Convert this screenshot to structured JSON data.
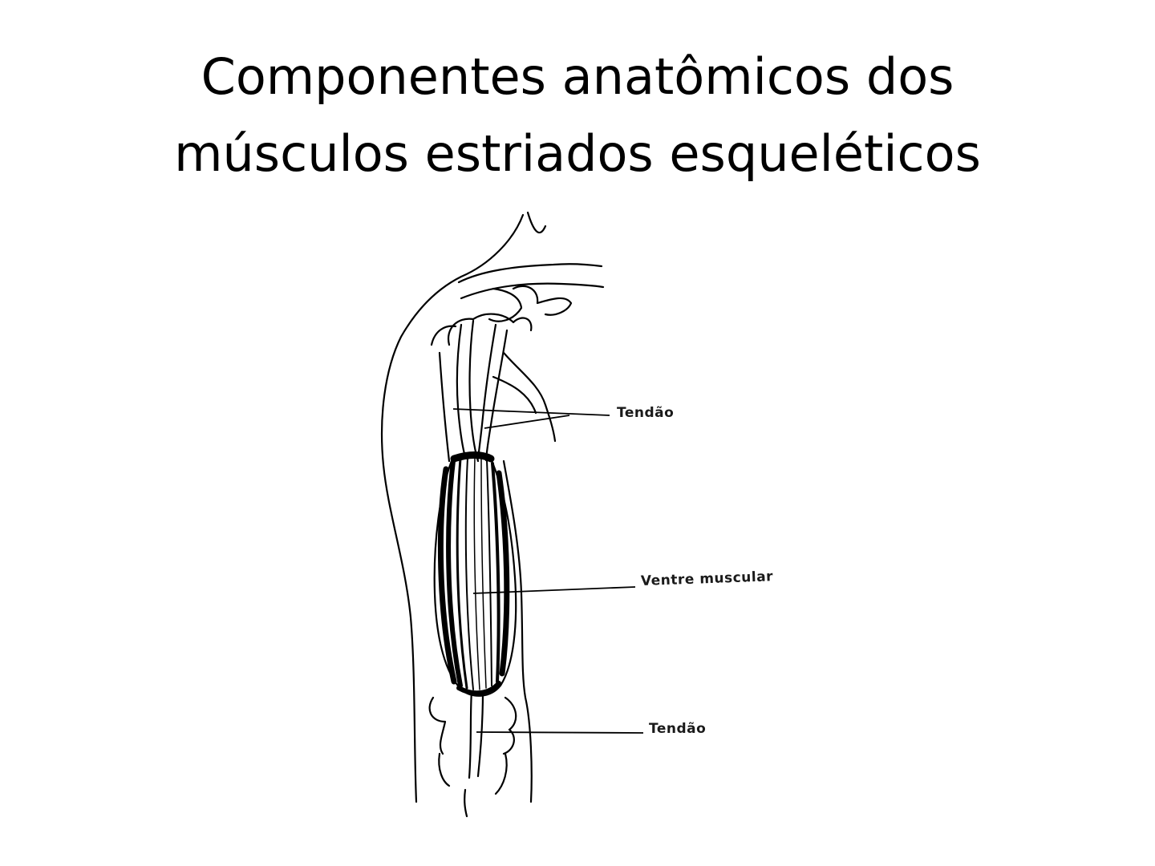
{
  "slide": {
    "title_line1": "Componentes anatômicos dos",
    "title_line2": "músculos estriados esqueléticos"
  },
  "figure": {
    "labels": {
      "tendon_top": "Tendão",
      "muscle_belly": "Ventre muscular",
      "tendon_bottom": "Tendão"
    }
  },
  "colors": {
    "background": "#ffffff",
    "ink": "#000000"
  }
}
